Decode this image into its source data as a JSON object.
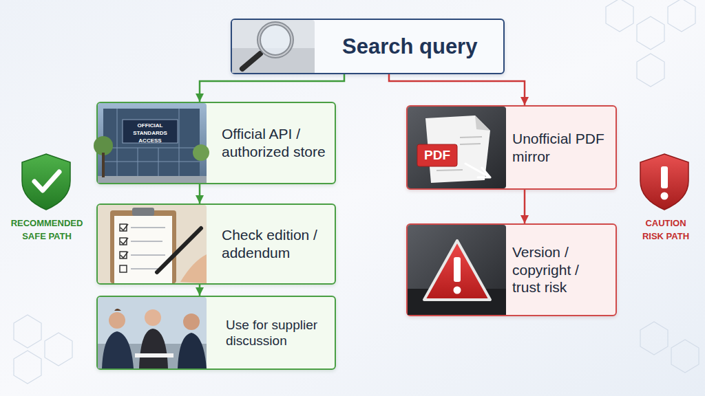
{
  "diagram": {
    "nodes": [
      {
        "text": [
          "Search query"
        ]
      },
      {
        "text": [
          "Official API / authorized store"
        ]
      },
      {
        "text": [
          "Check edition / addendum"
        ]
      },
      {
        "text": [
          "Use for supplier discussion"
        ]
      },
      {
        "text": [
          "Unofficial PDF mirror"
        ]
      },
      {
        "text": [
          "Version / copyright / trust risk"
        ]
      }
    ],
    "edges": [
      {
        "from": 0,
        "to": 1,
        "arrow": "to"
      },
      {
        "from": 1,
        "to": 2,
        "arrow": "to"
      },
      {
        "from": 2,
        "to": 3,
        "arrow": "to"
      },
      {
        "from": 0,
        "to": 4,
        "arrow": "to"
      },
      {
        "from": 4,
        "to": 5,
        "arrow": "to"
      }
    ],
    "labels": [
      "RECOMMENDED SAFE PATH",
      "CAUTION RISK PATH",
      "OFFICIAL STANDARDS ACCESS",
      "PDF"
    ]
  }
}
